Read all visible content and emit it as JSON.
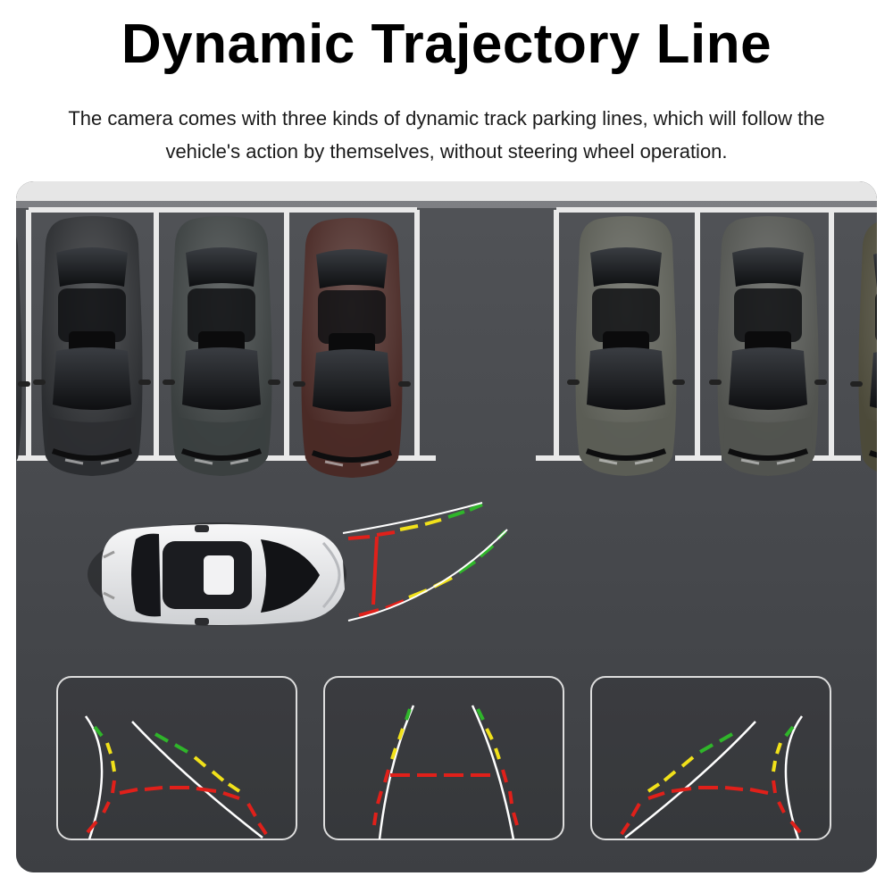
{
  "header": {
    "title": "Dynamic Trajectory Line",
    "subtitle": "The camera comes with three kinds of dynamic track parking lines, which will follow the vehicle's action by themselves, without steering wheel operation."
  },
  "scene": {
    "parked_cars": [
      {
        "name": "black",
        "color": "#2c2e31"
      },
      {
        "name": "dark-grey",
        "color": "#3b4040"
      },
      {
        "name": "maroon",
        "color": "#4a2a26"
      },
      {
        "name": "olive-grey",
        "color": "#5b5d55"
      },
      {
        "name": "grey",
        "color": "#51534f"
      },
      {
        "name": "olive",
        "color": "#4c4a3a"
      }
    ],
    "moving_car": {
      "name": "white",
      "color": "#e8e9eb"
    },
    "panels": [
      {
        "name": "turn-left"
      },
      {
        "name": "straight"
      },
      {
        "name": "turn-right"
      }
    ],
    "colors": {
      "asphalt": "#46484c",
      "line_red": "#e0201a",
      "line_yellow": "#f1e11a",
      "line_green": "#2fb52a",
      "guide_white": "#ffffff"
    }
  }
}
